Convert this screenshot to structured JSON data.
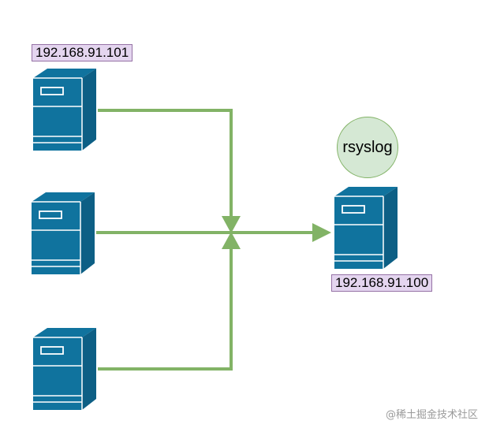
{
  "nodes": {
    "client_top_ip": "192.168.91.101",
    "server_ip": "192.168.91.100",
    "server_service": "rsyslog"
  },
  "watermark": "@稀土掘金技术社区",
  "colors": {
    "server_body": "#10739e",
    "server_dark": "#0b4f6e",
    "connector": "#82b366",
    "label_fill": "#e4d5ef",
    "label_border": "#9673a6",
    "service_fill": "#d5e8d4"
  },
  "icons": [
    "server-icon"
  ]
}
